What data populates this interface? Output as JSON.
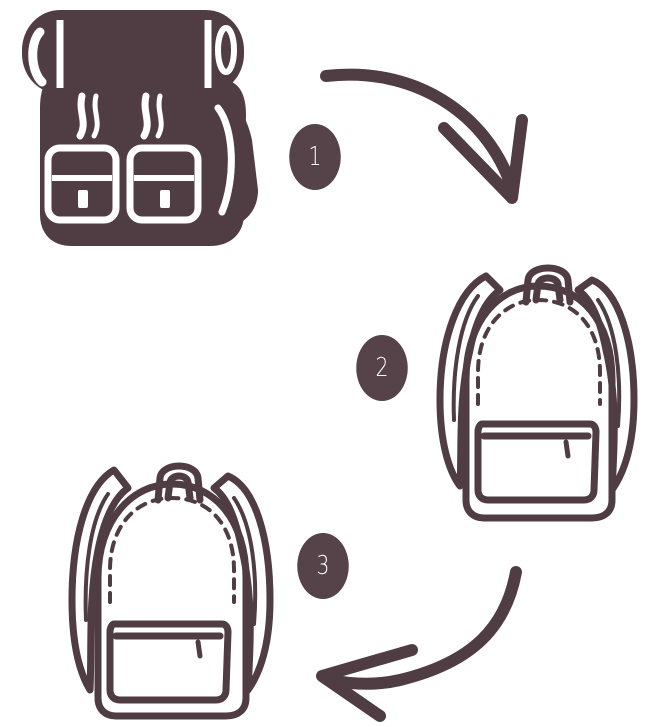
{
  "colors": {
    "ink": "#4f3d43",
    "badge": "#56434a",
    "background": "#ffffff"
  },
  "steps": [
    {
      "number": "1",
      "icon": "filled-backpack-icon"
    },
    {
      "number": "2",
      "icon": "outline-backpack-icon"
    },
    {
      "number": "3",
      "icon": "outline-backpack-icon"
    }
  ],
  "arrows": [
    {
      "from": "1",
      "to": "2",
      "icon": "curved-arrow-icon"
    },
    {
      "from": "2",
      "to": "3",
      "icon": "curved-arrow-icon"
    }
  ]
}
